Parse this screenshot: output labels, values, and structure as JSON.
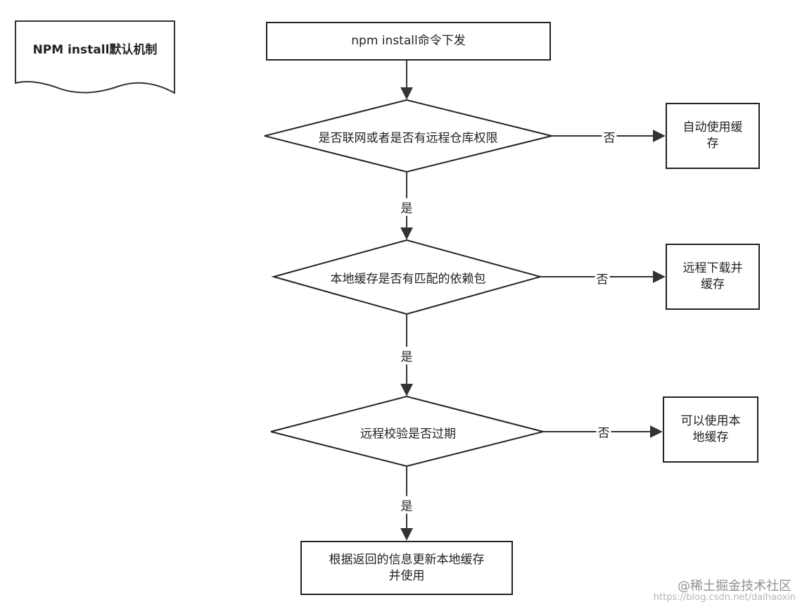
{
  "title_doc": "NPM install默认机制",
  "start": "npm install命令下发",
  "decision1": "是否联网或者是否有远程仓库权限",
  "decision2": "本地缓存是否有匹配的依赖包",
  "decision3": "远程校验是否过期",
  "result1": {
    "line1": "自动使用缓",
    "line2": "存"
  },
  "result2": {
    "line1": "远程下载并",
    "line2": "缓存"
  },
  "result3": {
    "line1": "可以使用本",
    "line2": "地缓存"
  },
  "final": {
    "line1": "根据返回的信息更新本地缓存",
    "line2": "并使用"
  },
  "labels": {
    "no": "否",
    "yes": "是"
  },
  "watermark": "@稀土掘金技术社区",
  "watermark_url": "https://blog.csdn.net/daihaoxin"
}
